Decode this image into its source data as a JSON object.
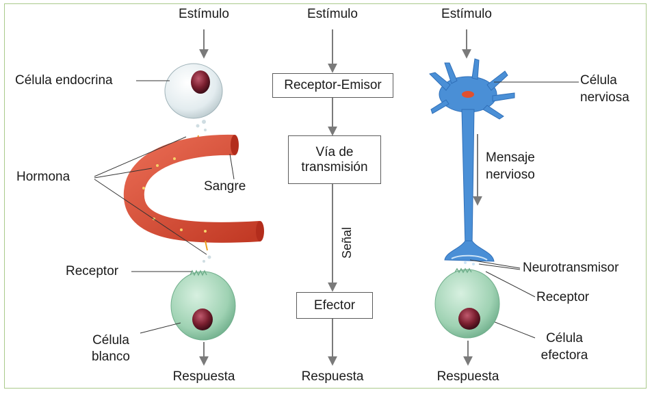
{
  "left": {
    "stimulus": "Estímulo",
    "endocrine_cell": "Célula endocrina",
    "hormone": "Hormona",
    "blood": "Sangre",
    "receptor": "Receptor",
    "target_cell": "Célula\nblanco",
    "target_cell_line1": "Célula",
    "target_cell_line2": "blanco",
    "response": "Respuesta"
  },
  "center": {
    "stimulus": "Estímulo",
    "receptor_emitter": "Receptor-Emisor",
    "pathway_line1": "Vía de",
    "pathway_line2": "transmisión",
    "signal": "Señal",
    "effector": "Efector",
    "response": "Respuesta"
  },
  "right": {
    "stimulus": "Estímulo",
    "nerve_cell_line1": "Célula",
    "nerve_cell_line2": "nerviosa",
    "message_line1": "Mensaje",
    "message_line2": "nervioso",
    "neurotransmitter": "Neurotransmisor",
    "receptor": "Receptor",
    "effector_cell_line1": "Célula",
    "effector_cell_line2": "efectora",
    "response": "Respuesta"
  },
  "colors": {
    "arrow": "#7a7a7a",
    "blood": "#d94a33",
    "neuron": "#4a8fd6",
    "cell_green": "#9fd2b3",
    "nucleus": "#7a1f2f",
    "frame": "#a9c98a"
  }
}
